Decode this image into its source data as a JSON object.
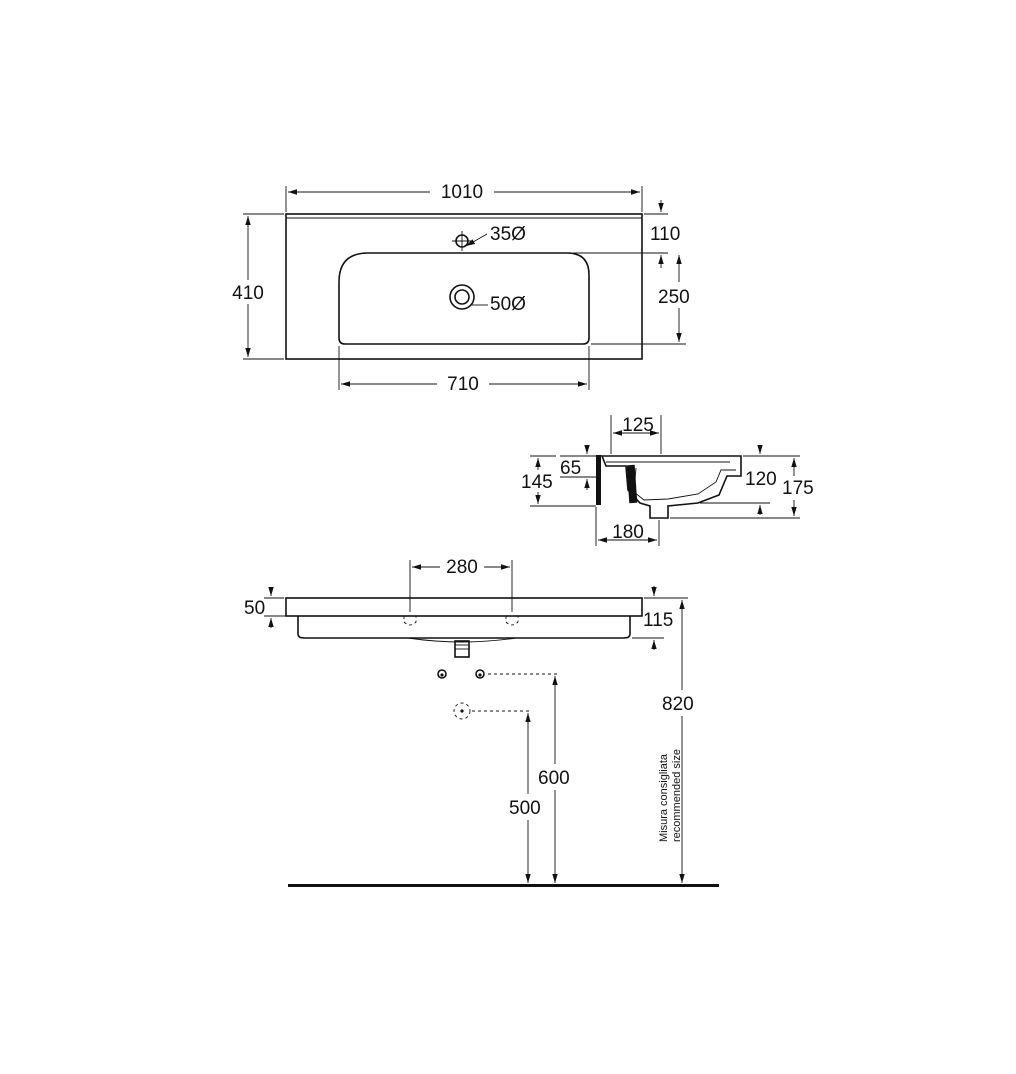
{
  "top_view": {
    "width": "1010",
    "depth": "410",
    "tap_hole": "35Ø",
    "drain_hole": "50Ø",
    "front_offset": "110",
    "bowl_depth": "250",
    "bowl_width": "710"
  },
  "section_view": {
    "overflow_offset": "125",
    "height_front": "65",
    "height_back": "145",
    "bowl_height": "120",
    "total_height": "175",
    "drain_offset": "180"
  },
  "front_view": {
    "fixing_spacing": "280",
    "rim_thickness": "50",
    "body_height": "115",
    "rim_height_floor": "820",
    "fixing_height": "600",
    "drain_height": "500",
    "note_it": "Misura consigliata",
    "note_en": "recommended size"
  }
}
